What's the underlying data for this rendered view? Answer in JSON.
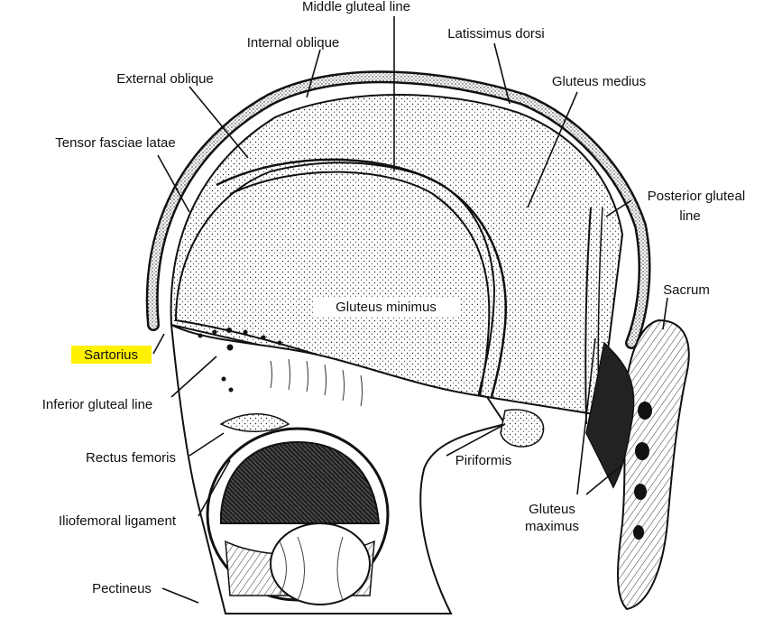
{
  "labels": {
    "middle_gluteal_line": "Middle gluteal line",
    "internal_oblique": "Internal oblique",
    "latissimus_dorsi": "Latissimus dorsi",
    "external_oblique": "External oblique",
    "gluteus_medius": "Gluteus medius",
    "tensor_fasciae_latae": "Tensor fasciae latae",
    "posterior_gluteal_line_1": "Posterior gluteal",
    "posterior_gluteal_line_2": "line",
    "sacrum": "Sacrum",
    "gluteus_minimus": "Gluteus minimus",
    "sartorius": "Sartorius",
    "inferior_gluteal_line": "Inferior gluteal line",
    "rectus_femoris": "Rectus femoris",
    "piriformis": "Piriformis",
    "gluteus_maximus_1": "Gluteus",
    "gluteus_maximus_2": "maximus",
    "iliofemoral_ligament": "Iliofemoral ligament",
    "pectineus": "Pectineus"
  },
  "colors": {
    "highlight": "#fff200",
    "ink": "#111111",
    "paper": "#ffffff"
  }
}
